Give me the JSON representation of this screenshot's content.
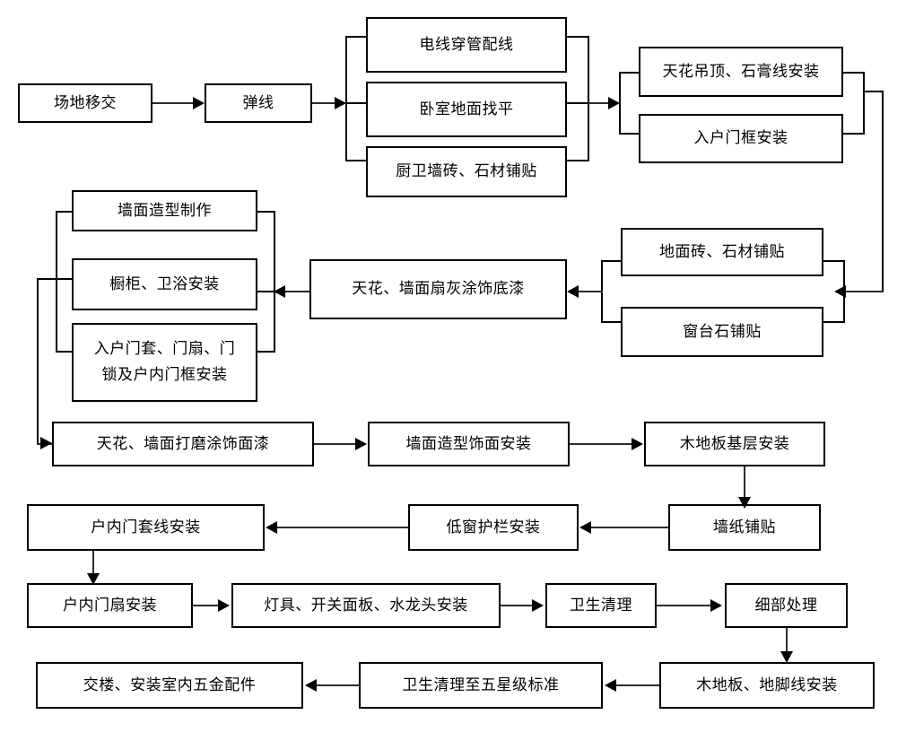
{
  "diagram": {
    "type": "flowchart",
    "orientation": "left-to-right serpentine",
    "title": "",
    "nodes": {
      "n01": "场地移交",
      "n02": "弹线",
      "n03": "电线穿管配线",
      "n04": "卧室地面找平",
      "n05": "厨卫墙砖、石材铺贴",
      "n06": "天花吊顶、石膏线安装",
      "n07": "入户门框安装",
      "n08": "地面砖、石材铺贴",
      "n09": "窗台石铺贴",
      "n10": "天花、墙面扇灰涂饰底漆",
      "n11": "墙面造型制作",
      "n12": "橱柜、卫浴安装",
      "n13a": "入户门套、门扇、门",
      "n13b": "锁及户内门框安装",
      "n14": "天花、墙面打磨涂饰面漆",
      "n15": "墙面造型饰面安装",
      "n16": "木地板基层安装",
      "n17": "墙纸铺贴",
      "n18": "低窗护栏安装",
      "n19": "户内门套线安装",
      "n20": "户内门扇安装",
      "n21": "灯具、开关面板、水龙头安装",
      "n22": "卫生清理",
      "n23": "细部处理",
      "n24": "木地板、地脚线安装",
      "n25": "卫生清理至五星级标准",
      "n26": "交楼、安装室内五金配件"
    },
    "colors": {
      "box_border": "#000000",
      "box_fill": "#ffffff",
      "connector": "#000000",
      "arrow_shaft": "#2b2b2b",
      "text": "#000000",
      "background": "#ffffff"
    }
  }
}
